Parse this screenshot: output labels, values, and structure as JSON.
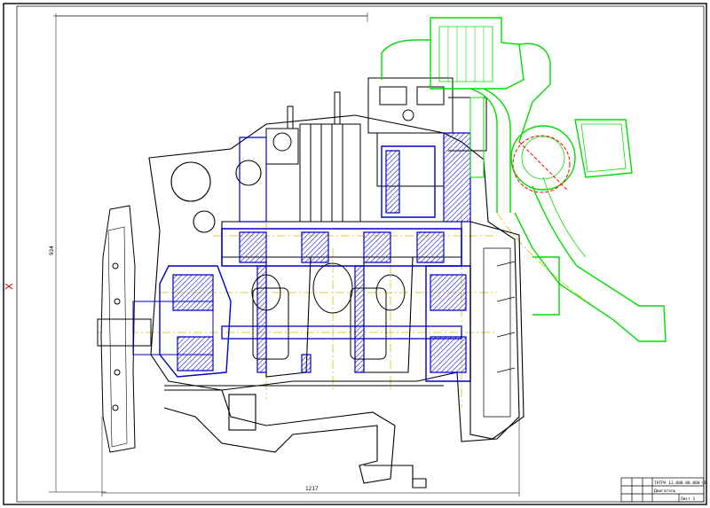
{
  "drawing": {
    "dimension_width": "1217",
    "dimension_height": "934",
    "title_block": {
      "designation": "ТАТРА 12.000.00.000 СБ",
      "name": "Двигатель",
      "sheet": "Лист 1"
    }
  },
  "colors": {
    "outline": "#000000",
    "section": "#0000c8",
    "hatch": "#0000ff",
    "attached": "#00dd00",
    "axis": "#d4c200",
    "cut": "#ff0000"
  }
}
